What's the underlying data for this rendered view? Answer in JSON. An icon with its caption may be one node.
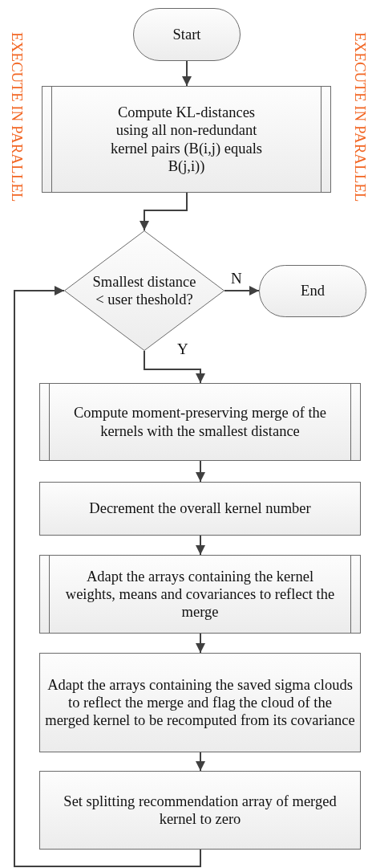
{
  "diagram": {
    "nodes": [
      {
        "text": [
          "Start"
        ]
      },
      {
        "text": [
          "Compute KL-distances using all non-redundant kernel pairs (B(i,j) equals B(j,i))"
        ]
      },
      {
        "text": [
          "Smallest distance < user theshold?"
        ]
      },
      {
        "text": [
          "End"
        ]
      },
      {
        "text": [
          "Compute moment-preserving merge of the kernels with the smallest distance"
        ]
      },
      {
        "text": [
          "Decrement the overall kernel number"
        ]
      },
      {
        "text": [
          "Adapt the arrays containing the kernel weights, means and covariances to reflect the merge"
        ]
      },
      {
        "text": [
          "Adapt the arrays containing the saved sigma clouds to reflect the merge and flag the cloud of the merged kernel to be recomputed from its covariance"
        ]
      },
      {
        "text": [
          "Set splitting recommendation array of merged kernel to zero"
        ]
      }
    ],
    "edges": [
      {
        "from": 0,
        "to": 1,
        "arrow": "to"
      },
      {
        "from": 1,
        "to": 2,
        "arrow": "to"
      },
      {
        "from": 2,
        "to": 3,
        "arrow": "to",
        "label": "N"
      },
      {
        "from": 2,
        "to": 4,
        "arrow": "to",
        "label": "Y"
      },
      {
        "from": 4,
        "to": 5,
        "arrow": "to"
      },
      {
        "from": 5,
        "to": 6,
        "arrow": "to"
      },
      {
        "from": 6,
        "to": 7,
        "arrow": "to"
      },
      {
        "from": 7,
        "to": 8,
        "arrow": "to"
      },
      {
        "from": 8,
        "to": 2,
        "arrow": "to"
      }
    ],
    "labels": [
      "EXECUTE IN PARALLEL",
      "EXECUTE IN PARALLEL"
    ]
  }
}
